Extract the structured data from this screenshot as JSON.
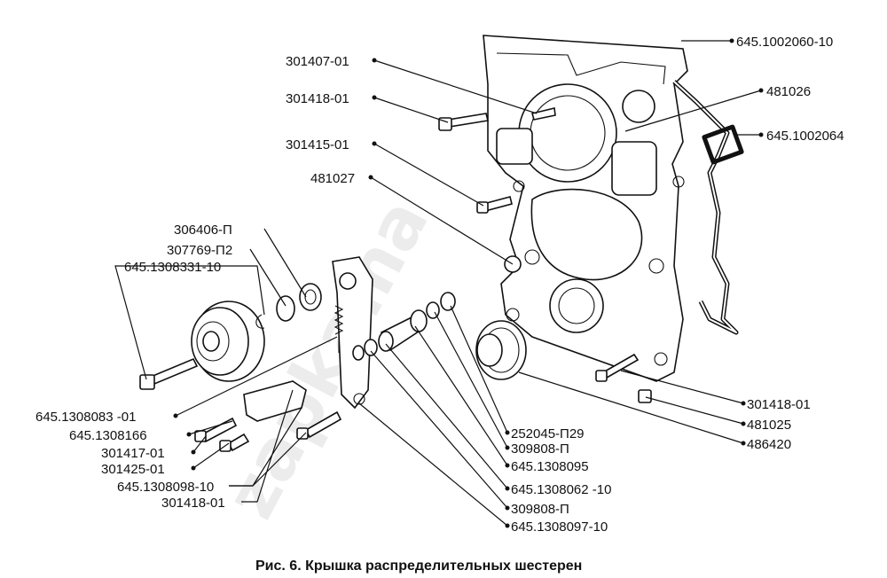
{
  "figure": {
    "caption": "Рис. 6. Крышка распределительных шестерен",
    "watermark": "zapkama"
  },
  "labels": {
    "l1": "301407-01",
    "l2": "301418-01",
    "l3": "301415-01",
    "l4": "481027",
    "l5": "306406-П",
    "l6": "307769-П2",
    "l7": "645.1308331-10",
    "l8": "645.1308083 -01",
    "l9": "645.1308166",
    "l10": "301417-01",
    "l11": "301425-01",
    "l12": "645.1308098-10",
    "l13": "301418-01",
    "l14": "645.1002060-10",
    "l15": "481026",
    "l16": "645.1002064",
    "l17": "301418-01",
    "l18": "481025",
    "l19": "486420",
    "l20": "252045-П29",
    "l21": "309808-П",
    "l22": "645.1308095",
    "l23": "645.1308062 -10",
    "l24": "309808-П",
    "l25": "645.1308097-10"
  }
}
